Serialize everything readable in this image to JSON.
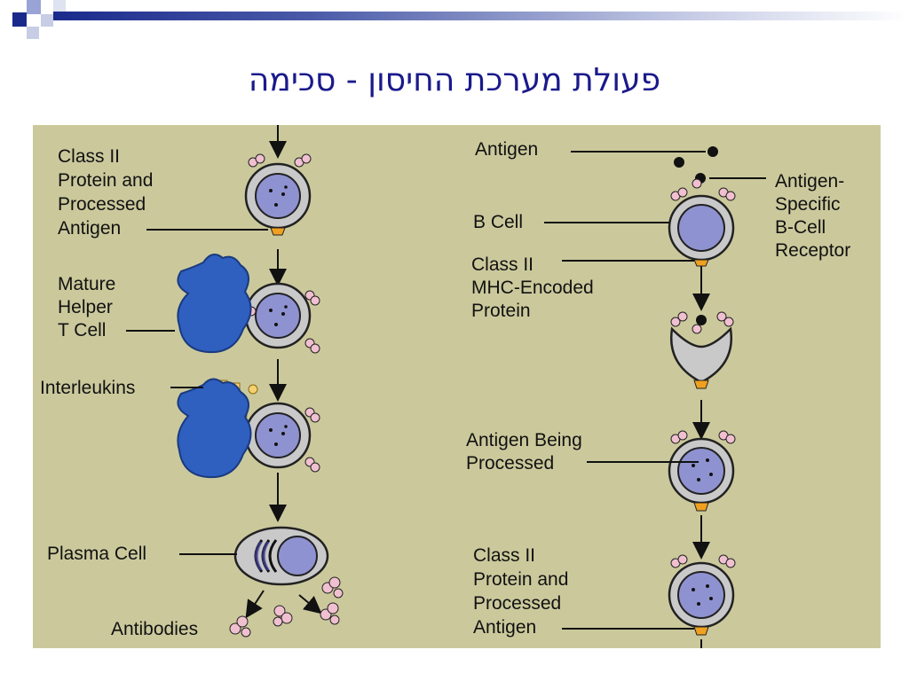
{
  "slide": {
    "title": "פעולת מערכת החיסון - סכימה"
  },
  "colors": {
    "background_panel": "#cbc99c",
    "title": "#1a1a8c",
    "t_cell": "#2f5fbf",
    "b_cell_nucleus": "#8f92d0",
    "mhc_protein": "#f0a020",
    "receptor": "#f0c0d0",
    "interleukin": "#f5d070"
  },
  "left_column": {
    "labels": {
      "class2_antigen": [
        "Class II",
        "Protein and",
        "Processed",
        "Antigen"
      ],
      "helper_t": [
        "Mature",
        "Helper",
        "T Cell"
      ],
      "interleukins": "Interleukins",
      "plasma": "Plasma Cell",
      "antibodies": "Antibodies"
    }
  },
  "right_column": {
    "labels": {
      "antigen": "Antigen",
      "receptor": [
        "Antigen-",
        "Specific",
        "B-Cell",
        "Receptor"
      ],
      "b_cell": "B Cell",
      "mhc": [
        "Class II",
        "MHC-Encoded",
        "Protein"
      ],
      "processing": [
        "Antigen Being",
        "Processed"
      ],
      "class2_antigen": [
        "Class II",
        "Protein and",
        "Processed",
        "Antigen"
      ]
    }
  }
}
